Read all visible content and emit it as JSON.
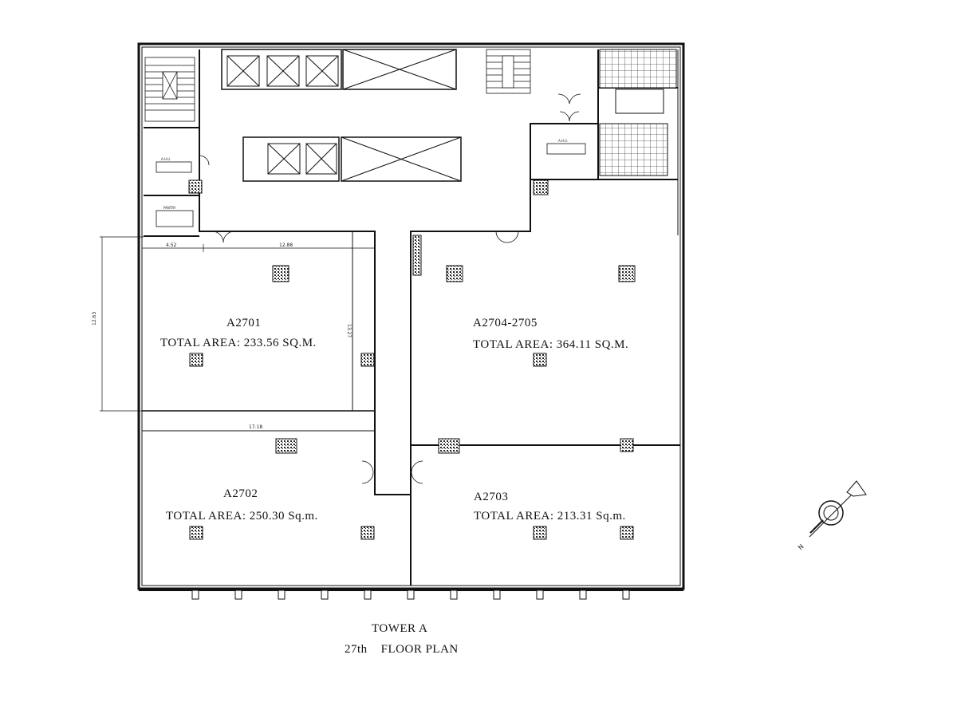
{
  "title": {
    "line1": "TOWER  A",
    "line2": "27th    FLOOR PLAN"
  },
  "units": [
    {
      "id": "A2701",
      "name": "A2701",
      "area": "TOTAL AREA: 233.56 SQ.M."
    },
    {
      "id": "A2702",
      "name": "A2702",
      "area": "TOTAL AREA: 250.30 Sq.m."
    },
    {
      "id": "A2703",
      "name": "A2703",
      "area": "TOTAL AREA: 213.31 Sq.m."
    },
    {
      "id": "A2704",
      "name": "A2704-2705",
      "area": "TOTAL AREA: 364.11 SQ.M."
    }
  ],
  "dimensions": {
    "d1": "4.52",
    "d2": "12.88",
    "d3": "12.63",
    "d4": "13.27",
    "d5": "17.18"
  },
  "rooms": {
    "ahu_left": "A.H.U.",
    "ahu_right": "A.H.U.",
    "pantry": "PANTRY"
  },
  "compass": {
    "north": "N"
  },
  "colors": {
    "line": "#111111",
    "hatch": "#333333",
    "background": "#ffffff"
  }
}
